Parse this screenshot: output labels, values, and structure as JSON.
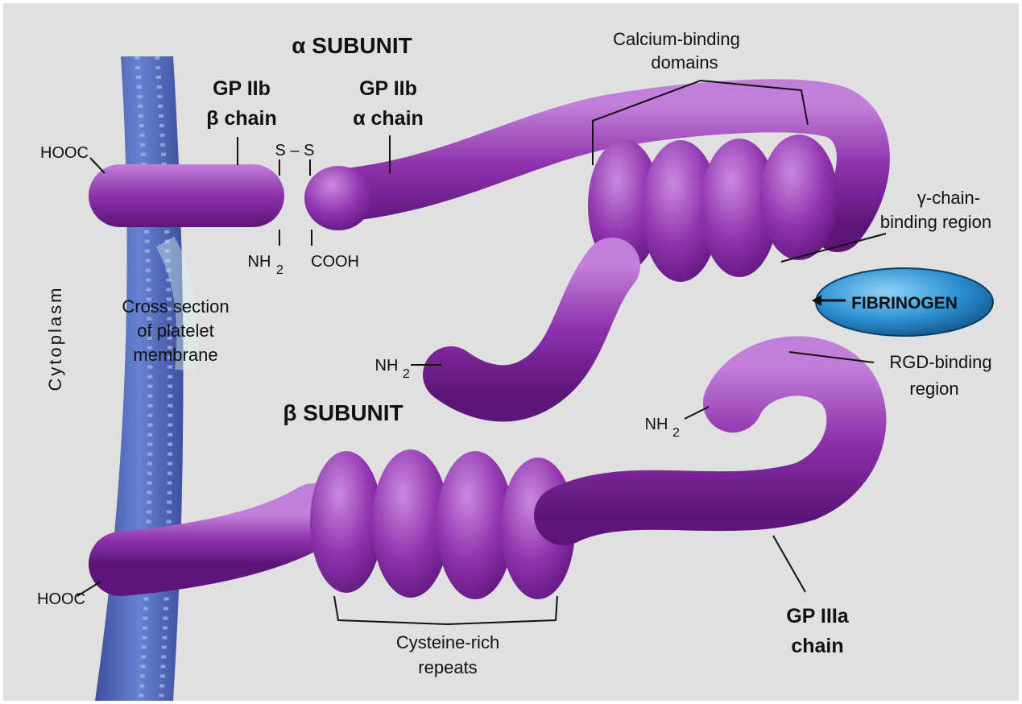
{
  "labels": {
    "alpha_subunit": "α SUBUNIT",
    "beta_subunit": "β SUBUNIT",
    "gp2b_beta_l1": "GP IIb",
    "gp2b_beta_l2": "β chain",
    "gp2b_alpha_l1": "GP IIb",
    "gp2b_alpha_l2": "α chain",
    "calcium_l1": "Calcium-binding",
    "calcium_l2": "domains",
    "gamma_l1": "γ-chain-",
    "gamma_l2": "binding region",
    "fibrinogen": "FIBRINOGEN",
    "rgd_l1": "RGD-binding",
    "rgd_l2": "region",
    "gp3a_l1": "GP IIIa",
    "gp3a_l2": "chain",
    "cysteine_l1": "Cysteine-rich",
    "cysteine_l2": "repeats",
    "cross_l1": "Cross section",
    "cross_l2": "of platelet",
    "cross_l3": "membrane",
    "cytoplasm": "Cytoplasm",
    "hooc_top": "HOOC",
    "hooc_bottom": "HOOC",
    "ss": "S – S",
    "nh2_a": "NH",
    "nh2_b": "NH",
    "nh2_c": "NH",
    "sub2": "2",
    "cooh": "COOH"
  },
  "colors": {
    "protein": "#8a2fa8",
    "protein_light": "#c07ad6",
    "protein_dark": "#5b1478",
    "membrane": "#3f56b0",
    "fibrinogen": "#2a8fd0"
  }
}
